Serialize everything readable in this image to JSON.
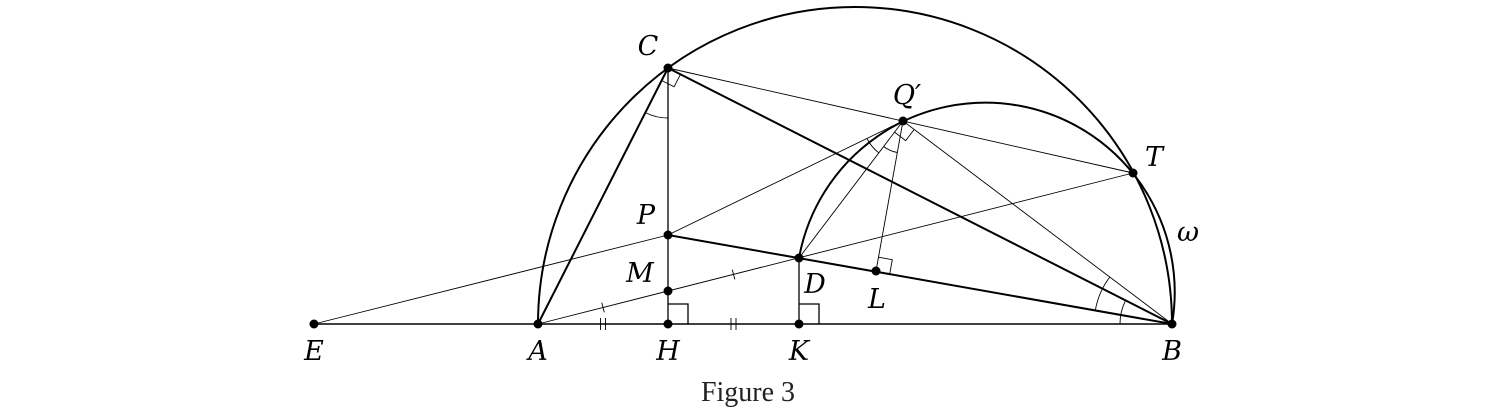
{
  "figure": {
    "caption": "Figure 3",
    "points": {
      "C": "C",
      "Q": "Q′",
      "T": "T",
      "P": "P",
      "M": "M",
      "D": "D",
      "L": "L",
      "E": "E",
      "A": "A",
      "H": "H",
      "K": "K",
      "B": "B"
    },
    "circle_label": "ω"
  }
}
